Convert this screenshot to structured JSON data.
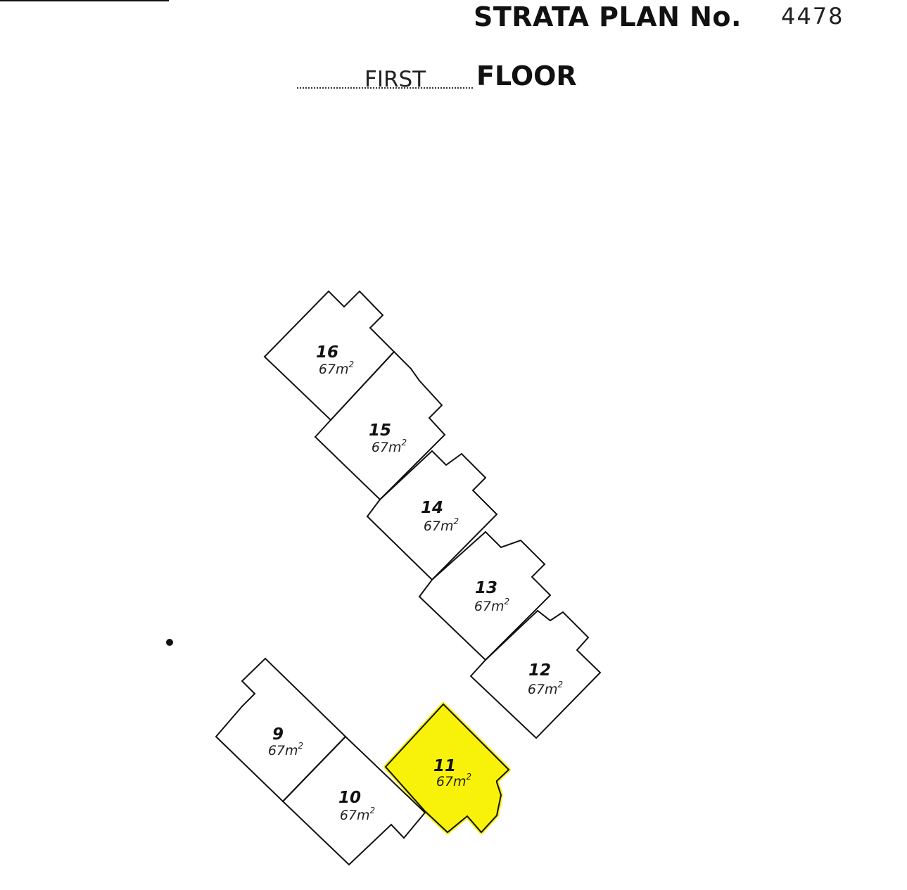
{
  "header": {
    "title_label": "STRATA  PLAN  No.",
    "plan_number": "4478",
    "floor_name": "FIRST",
    "floor_word": "FLOOR"
  },
  "lots": [
    {
      "id": "16",
      "number": "16",
      "area": "67m",
      "sup": "2",
      "highlighted": false
    },
    {
      "id": "15",
      "number": "15",
      "area": "67m",
      "sup": "2",
      "highlighted": false
    },
    {
      "id": "14",
      "number": "14",
      "area": "67m",
      "sup": "2",
      "highlighted": false
    },
    {
      "id": "13",
      "number": "13",
      "area": "67m",
      "sup": "2",
      "highlighted": false
    },
    {
      "id": "12",
      "number": "12",
      "area": "67m",
      "sup": "2",
      "highlighted": false
    },
    {
      "id": "9",
      "number": "9",
      "area": "67m",
      "sup": "2",
      "highlighted": false
    },
    {
      "id": "10",
      "number": "10",
      "area": "67m",
      "sup": "2",
      "highlighted": false
    },
    {
      "id": "11",
      "number": "11",
      "area": "67m",
      "sup": "2",
      "highlighted": true
    }
  ],
  "colors": {
    "highlight": "#f8f20a",
    "line": "#111111"
  }
}
